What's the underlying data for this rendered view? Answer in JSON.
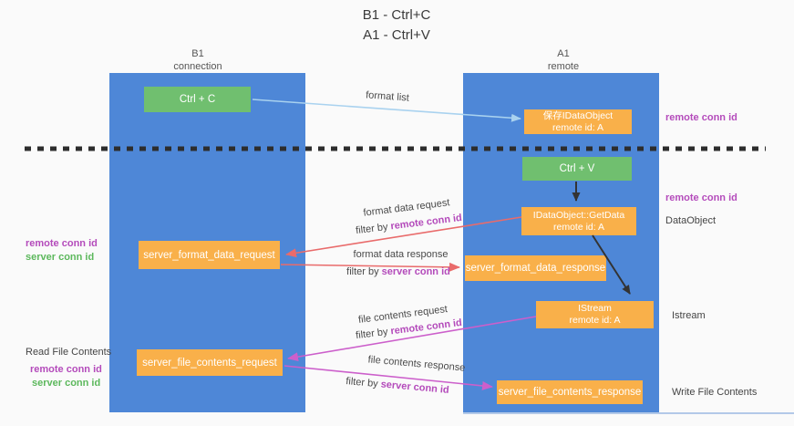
{
  "title": {
    "line1": "B1 - Ctrl+C",
    "line2": "A1 - Ctrl+V"
  },
  "lifelines": {
    "left": {
      "name": "B1",
      "role": "connection"
    },
    "right": {
      "name": "A1",
      "role": "remote"
    }
  },
  "nodes": {
    "ctrl_c": {
      "label": "Ctrl + C"
    },
    "ctrl_v": {
      "label": "Ctrl + V"
    },
    "save_dataobject": {
      "line1": "保存IDataObject",
      "line2": "remote id: A"
    },
    "getdata": {
      "line1": "IDataObject::GetData",
      "line2": "remote id: A"
    },
    "istream": {
      "line1": "IStream",
      "line2": "remote id: A"
    },
    "format_request": {
      "label": "server_format_data_request"
    },
    "format_response": {
      "label": "server_format_data_response"
    },
    "file_request": {
      "label": "server_file_contents_request"
    },
    "file_response": {
      "label": "server_file_contents_response"
    }
  },
  "flow_labels": {
    "format_list": "format list",
    "format_data_request": "format data request",
    "format_data_response": "format data response",
    "file_contents_request": "file contents request",
    "file_contents_response": "file contents response",
    "filter_by": "filter by ",
    "remote_conn_id": "remote conn id",
    "server_conn_id": "server conn id"
  },
  "annotations": {
    "right_remote_conn_id_1": "remote conn id",
    "right_remote_conn_id_2": "remote conn id",
    "right_dataobject": "DataObject",
    "right_istream": "Istream",
    "right_write_file": "Write File Contents",
    "left_remote_conn_id_1": "remote conn id",
    "left_server_conn_id_1": "server conn id",
    "left_read_file": "Read File Contents",
    "left_remote_conn_id_2": "remote conn id",
    "left_server_conn_id_2": "server conn id"
  },
  "colors": {
    "column_blue": "#4e87d7",
    "box_orange": "#f9b04a",
    "box_green": "#70bf6f",
    "arrow_red": "#e96b6b",
    "arrow_magenta": "#cc5fcb",
    "arrow_light_blue": "#a9d2ef",
    "arrow_black": "#333333",
    "text_purple": "#b44bbb",
    "text_green": "#5cb85c",
    "text_dark": "#444444",
    "background": "#fafafa"
  }
}
